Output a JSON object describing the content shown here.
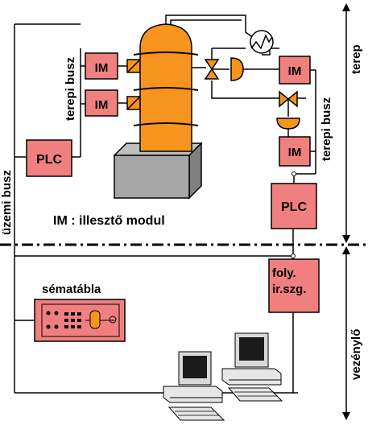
{
  "labels": {
    "im": "IM",
    "plc": "PLC",
    "terepi_busz": "terepi busz",
    "uzemi_busz": "üzemi busz",
    "terep": "terep",
    "vezenylo": "vezénylő",
    "legend": "IM : illesztő modul",
    "sematabla": "sématábla",
    "foly_line1": "foly.",
    "foly_line2": "ir.szg."
  },
  "colors": {
    "box_fill": "#f08080",
    "tank_fill": "#f7941d",
    "base_fill": "#a6a6a6",
    "panel_fill": "#f08080",
    "valve_fill": "#f7941d",
    "line": "#000000"
  }
}
